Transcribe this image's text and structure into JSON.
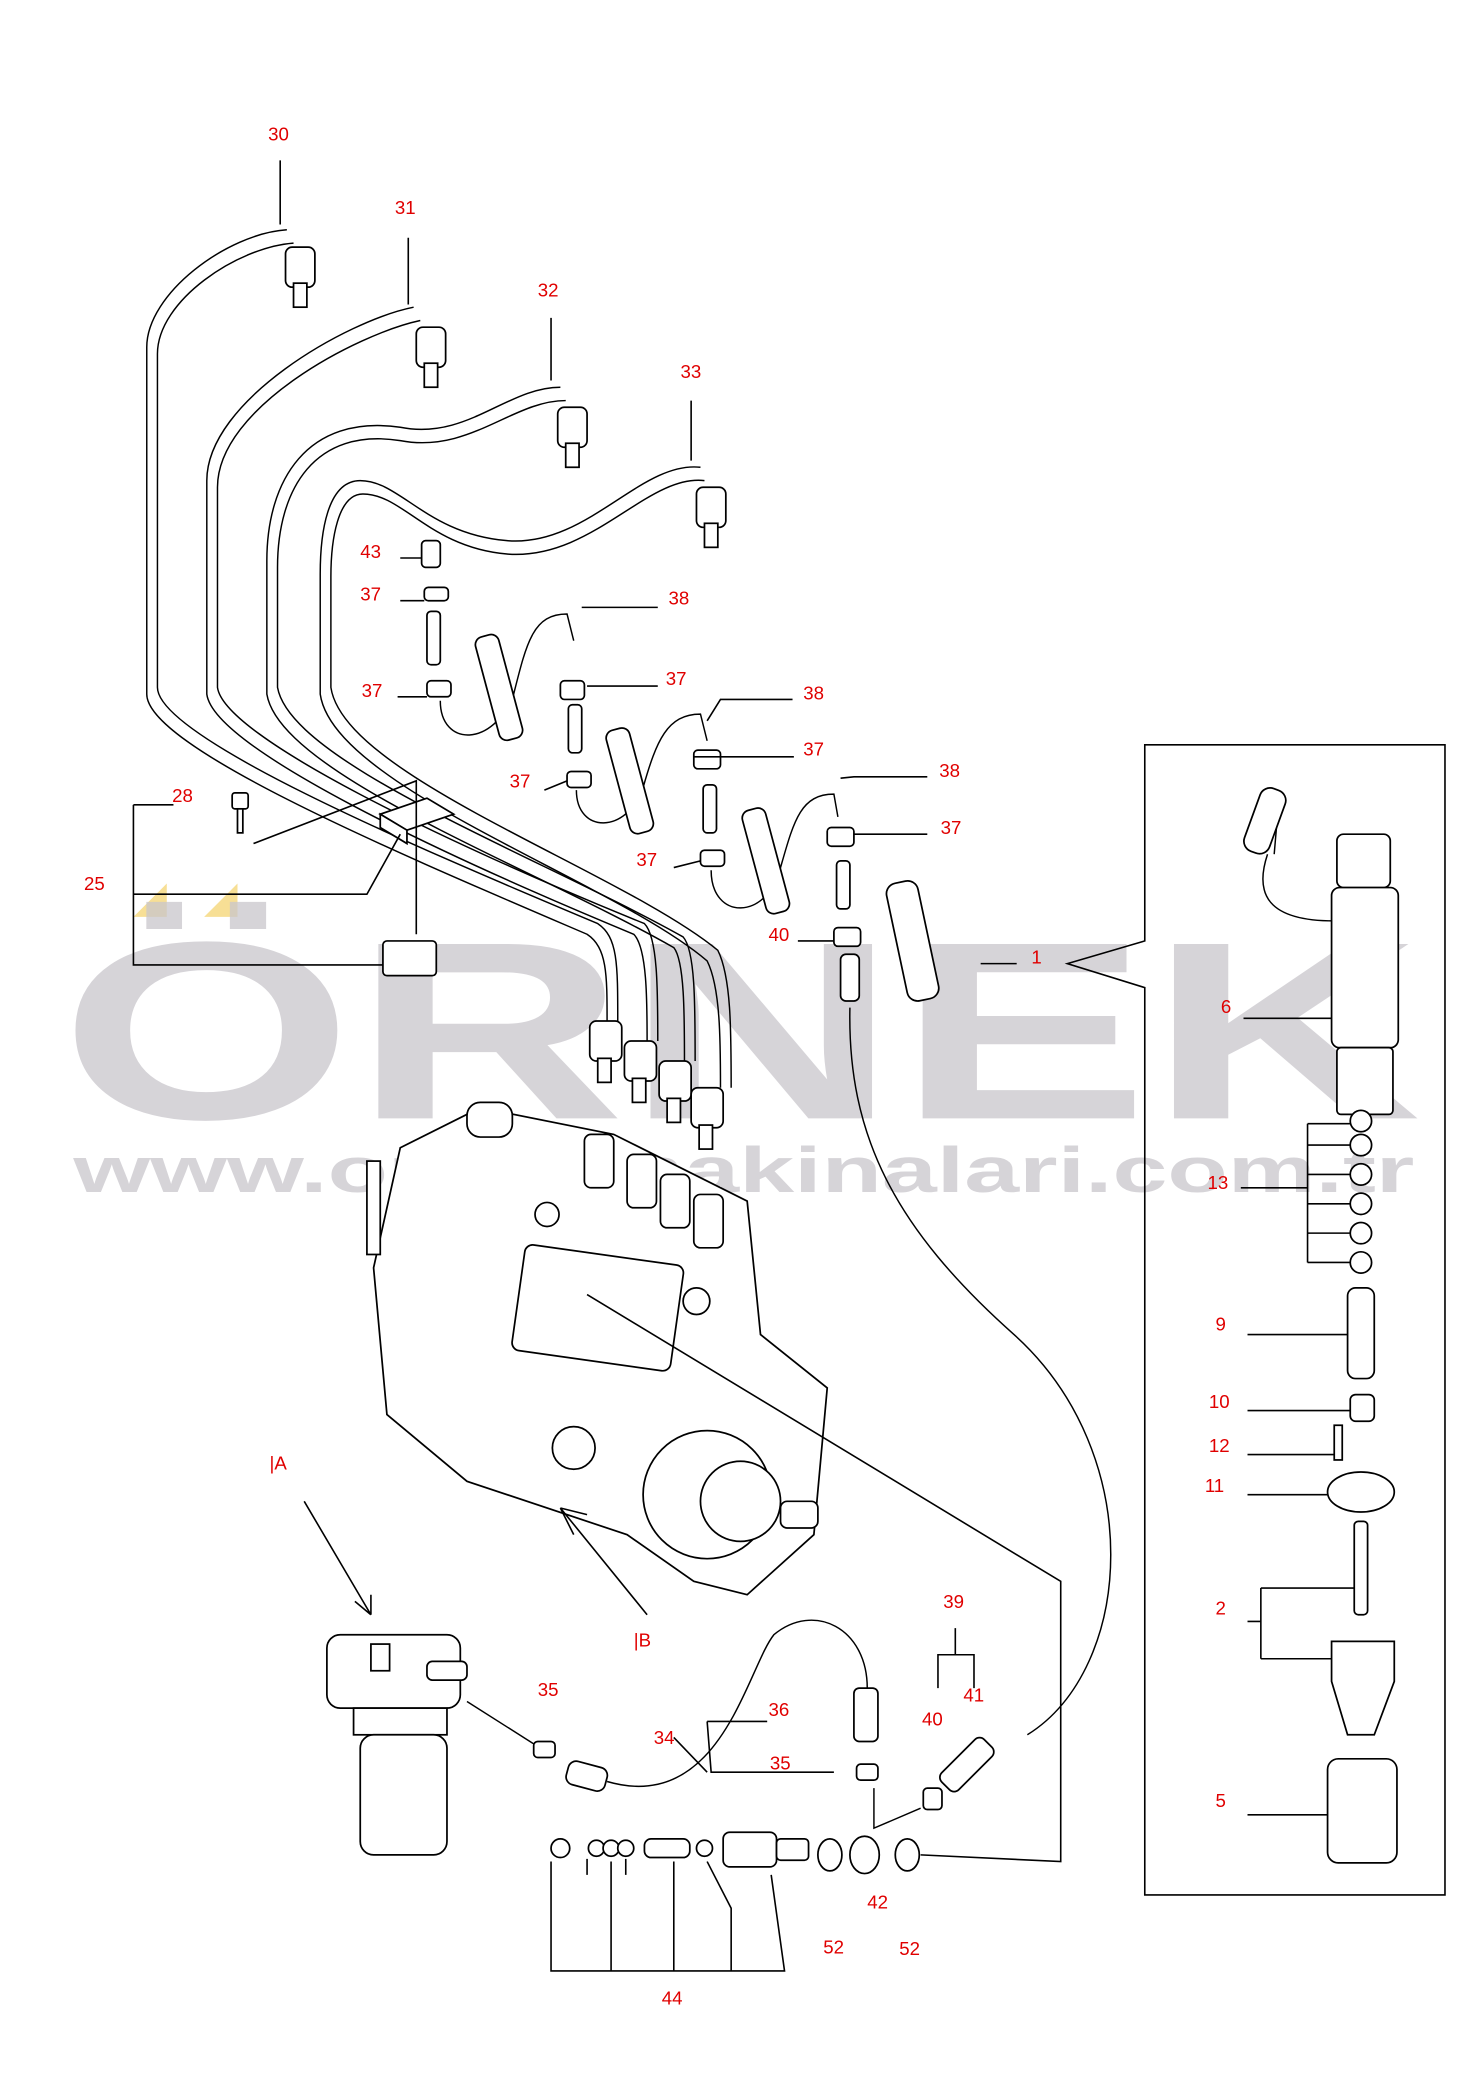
{
  "diagram": {
    "title": "Fuel injection pump, injection lines and injector parts",
    "callouts": [
      "30",
      "31",
      "32",
      "33",
      "43",
      "37",
      "38",
      "37",
      "37",
      "38",
      "37",
      "37",
      "38",
      "37",
      "37",
      "40",
      "1",
      "28",
      "25",
      "6",
      "13",
      "9",
      "10",
      "12",
      "11",
      "2",
      "5",
      "|A",
      "|B",
      "35",
      "36",
      "34",
      "35",
      "39",
      "41",
      "40",
      "42",
      "52",
      "52",
      "44"
    ]
  },
  "watermark": {
    "brand": "ÖRNEK",
    "url": "www.ornekmakinalari.com.tr"
  },
  "colors": {
    "callout": "#e00000",
    "watermark": "#c9c6cc",
    "accent": "#f5d77a"
  }
}
